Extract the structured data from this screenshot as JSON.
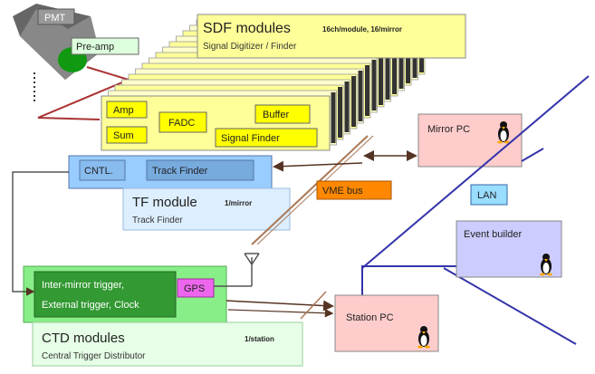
{
  "pmt": {
    "label": "PMT",
    "preamp": "Pre-amp"
  },
  "sdf": {
    "title": "SDF modules",
    "subtitle_note": "16ch/module, 16/mirror",
    "desc": "Signal Digitizer / Finder",
    "amp": "Amp",
    "sum": "Sum",
    "fadc": "FADC",
    "buffer": "Buffer",
    "signal_finder": "Signal Finder"
  },
  "tf": {
    "cntl": "CNTL.",
    "track_finder_box": "Track Finder",
    "title": "TF module",
    "note": "1/mirror",
    "desc": "Track Finder"
  },
  "vme": "VME bus",
  "mirror_pc": "Mirror PC",
  "lan": "LAN",
  "event_builder": "Event builder",
  "station_pc": "Station PC",
  "ctd": {
    "trigger_line1": "Inter-mirror trigger,",
    "trigger_line2": "External trigger, Clock",
    "gps": "GPS",
    "title": "CTD modules",
    "note": "1/station",
    "desc": "Central Trigger Distributor"
  },
  "colors": {
    "sdf_fill": "#ffff99",
    "tf_fill": "#99ccff",
    "tf_label_fill": "#ddeeff",
    "ctd_fill": "#66dd66",
    "ctd_inner": "#339933",
    "gps_fill": "#ee66ee",
    "vme_fill": "#ff8800",
    "pc_fill": "#ffcccc",
    "lan_fill": "#99ddff",
    "event_fill": "#ccccff",
    "lan_line": "#3333aa",
    "wire": "#aa3333",
    "arrow": "#774422"
  }
}
